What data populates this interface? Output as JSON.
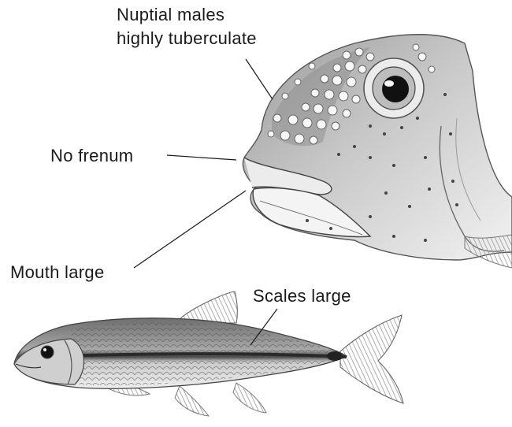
{
  "labels": {
    "nuptial_line1": "Nuptial males",
    "nuptial_line2": "highly tuberculate",
    "frenum": "No frenum",
    "mouth": "Mouth large",
    "scales": "Scales large"
  },
  "colors": {
    "ink": "#1a1a1a",
    "shade": "#8c8c8c",
    "light": "#d9d9d9",
    "background": "#ffffff"
  }
}
